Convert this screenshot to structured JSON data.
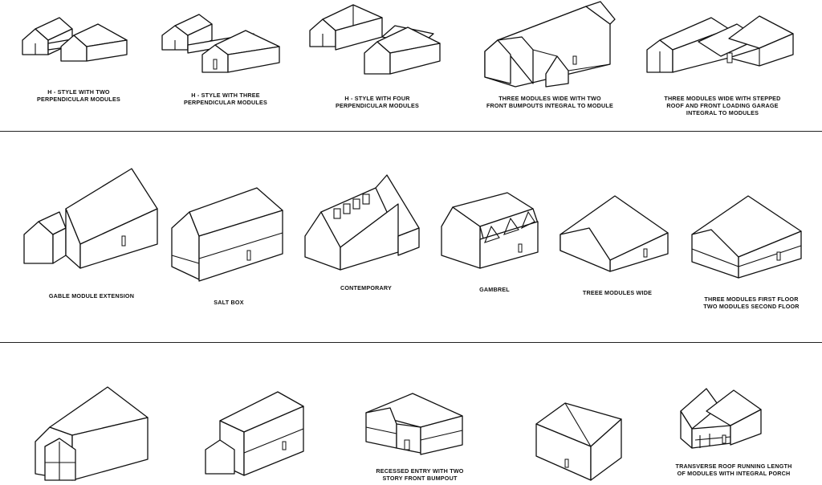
{
  "rows": [
    {
      "items": [
        {
          "caption": "H - STYLE WITH TWO\nPERPENDICULAR MODULES",
          "icon": "h-style-two-house-icon"
        },
        {
          "caption": "H - STYLE WITH THREE\nPERPENDICULAR MODULES",
          "icon": "h-style-three-house-icon"
        },
        {
          "caption": "H - STYLE WITH FOUR\nPERPENDICULAR MODULES",
          "icon": "h-style-four-house-icon"
        },
        {
          "caption": "THREE MODULES WIDE WITH TWO\nFRONT BUMPOUTS INTEGRAL TO MODULE",
          "icon": "three-wide-bumpouts-house-icon"
        },
        {
          "caption": "THREE MODULES WIDE WITH STEPPED\nROOF AND FRONT LOADING GARAGE\nINTEGRAL TO MODULES",
          "icon": "stepped-roof-garage-house-icon"
        }
      ]
    },
    {
      "items": [
        {
          "caption": "GABLE MODULE EXTENSION",
          "icon": "gable-extension-house-icon"
        },
        {
          "caption": "SALT BOX",
          "icon": "salt-box-house-icon"
        },
        {
          "caption": "CONTEMPORARY",
          "icon": "contemporary-house-icon"
        },
        {
          "caption": "GAMBREL",
          "icon": "gambrel-house-icon"
        },
        {
          "caption": "TREEE MODULES WIDE",
          "icon": "three-modules-wide-house-icon"
        },
        {
          "caption": "THREE MODULES FIRST FLOOR\nTWO MODULES SECOND FLOOR",
          "icon": "three-first-two-second-house-icon"
        }
      ]
    },
    {
      "items": [
        {
          "caption": "",
          "icon": "two-story-bumpout-house-icon"
        },
        {
          "caption": "",
          "icon": "side-gable-house-icon"
        },
        {
          "caption": "RECESSED ENTRY WITH TWO\nSTORY FRONT BUMPOUT",
          "icon": "recessed-entry-house-icon"
        },
        {
          "caption": "",
          "icon": "hip-roof-house-icon"
        },
        {
          "caption": "TRANSVERSE ROOF RUNNING LENGTH\nOF MODULES WITH INTEGRAL PORCH",
          "icon": "transverse-roof-porch-house-icon"
        }
      ]
    }
  ]
}
